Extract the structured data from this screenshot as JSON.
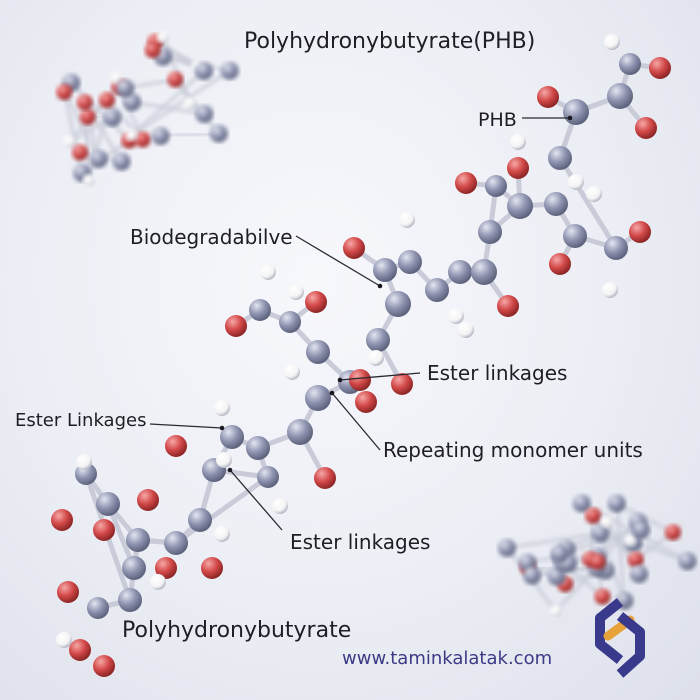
{
  "title": "Polyhydronybutyrate(PHB)",
  "labels": {
    "phb": "PHB",
    "biodegradable": "Biodegradabilve",
    "ester_right": "Ester linkages",
    "repeating": "Repeating monomer units",
    "ester_left": "Ester Linkages",
    "ester_bottom": "Ester linkages"
  },
  "bottom_title": "Polyhydronybutyrate",
  "website": "www.taminkalatak.com",
  "colors": {
    "carbon": "#8e93b0",
    "oxygen": "#d24848",
    "hydrogen": "#f4f4f4",
    "bond": "#c9ccd8",
    "text": "#1e1e24",
    "url": "#3c3a86",
    "logo_primary": "#3a3a8c",
    "logo_accent": "#e8a23a"
  },
  "icons": {
    "logo": "taminkalatak-logo"
  }
}
